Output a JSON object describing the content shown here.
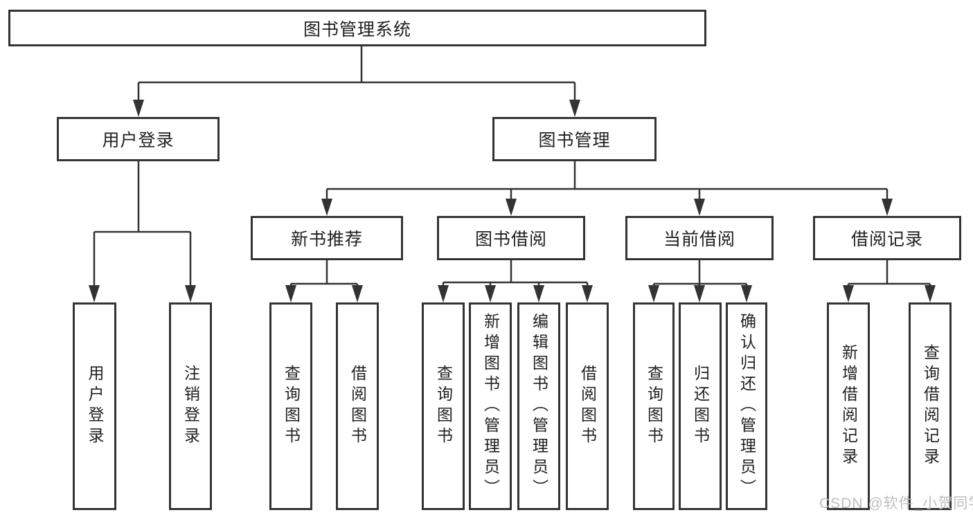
{
  "nodes": {
    "root": "图书管理系统",
    "user_login": "用户登录",
    "book_mgmt": "图书管理",
    "new_book": "新书推荐",
    "book_borrow": "图书借阅",
    "current_borrow": "当前借阅",
    "borrow_records": "借阅记录",
    "user_login_children": [
      "用户登录",
      "注销登录"
    ],
    "new_book_children": [
      "查询图书",
      "借阅图书"
    ],
    "book_borrow_children": [
      "查询图书",
      "新增图书（管理员）",
      "编辑图书（管理员）",
      "借阅图书"
    ],
    "current_borrow_children": [
      "查询图书",
      "归还图书",
      "确认归还（管理员）"
    ],
    "borrow_records_children": [
      "新增借阅记录",
      "查询借阅记录"
    ]
  },
  "watermark": {
    "text": "CSDN @软件_小贺同学"
  },
  "colors": {
    "line": "#333333",
    "text": "#1f1f1f",
    "background": "#ffffff",
    "watermark": "#b9b9b9"
  }
}
